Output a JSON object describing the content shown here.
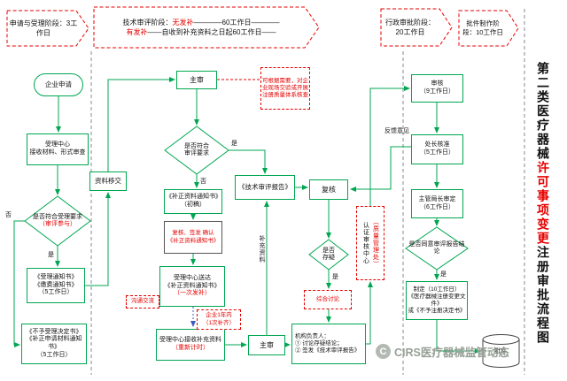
{
  "banners": {
    "apply": {
      "text": "申请与受理阶段：3工作日"
    },
    "tech": {
      "prefix": "技术审评阶段：",
      "no_supplement": "无发补",
      "no_supplement_rest": "————60工作日————",
      "has_supplement": "有发补",
      "has_supplement_rest": "——自收到补充资料之日起60工作日——"
    },
    "admin": {
      "text": "行政审批阶段：20工作日"
    },
    "issue": {
      "text": "批件制作阶段：10工作日"
    }
  },
  "title": {
    "part1": "第二类医疗器械",
    "part2": "许可事项变更",
    "part3": "注册审批流程图"
  },
  "nodes": {
    "enterprise_apply": {
      "text": "企业申请"
    },
    "acceptance_center": {
      "line1": "受理中心",
      "line2": "接收材料、形式审查"
    },
    "accept_decision": {
      "line1": "是否符合受理要求",
      "line2": "（审评参与）"
    },
    "accept_notice": {
      "line1": "《受理通知书》",
      "line2": "《缴费通知书》",
      "line3": "（5工作日）"
    },
    "reject_notice": {
      "line1": "《不予受理决定书》",
      "line2": "《补正申请材料通知书》",
      "line3": "（5工作日）"
    },
    "material_transfer": {
      "text": "资料移交"
    },
    "chief_review": {
      "text": "主审"
    },
    "review_decision": {
      "line1": "是否符合",
      "line2": "审评要求"
    },
    "correction_draft": {
      "line1": "《补正资料通知书》",
      "line2": "（初稿）"
    },
    "correction_confirm": {
      "line1": "复核、签发 确认",
      "line2": "《补正资料通知书》"
    },
    "correction_delivery": {
      "line1": "受理中心送达",
      "line2": "《补正资料通知书》",
      "line3": "（一次发补）"
    },
    "supplement_receive": {
      "line1": "受理中心接收补充资料",
      "line2": "（重新计时）"
    },
    "chief_review_again": {
      "text": "主审"
    },
    "onsite_note": {
      "text": "可根据需要，对企业现场交验或开展注册质量体系核查"
    },
    "tech_report": {
      "text": "《技术审评报告》"
    },
    "recheck": {
      "text": "复核"
    },
    "doubt_decision": {
      "line1": "是否",
      "line2": "存疑"
    },
    "group_discussion": {
      "text": "综合讨论"
    },
    "org_leader": {
      "line1": "机构负责人：",
      "line2": "① 讨论存疑结论；",
      "line3": "② 签发《技术审评报告》"
    },
    "cert_center": {
      "col1": "认证审核中心",
      "col2": "（质量管理处）"
    },
    "audit": {
      "line1": "审核",
      "line2": "（9工作日）"
    },
    "division_chief": {
      "line1": "处长核准",
      "line2": "（5工作日）"
    },
    "bureau_director": {
      "line1": "主管局长审定",
      "line2": "（6工作日）"
    },
    "agree_decision": {
      "text": "是否同意审评报告结论"
    },
    "make_document": {
      "line1": "制定（10工作日）",
      "line2": "《医疗器械注册变更文件》",
      "line3": "或《不予注册决定书》"
    },
    "approval_archive": {
      "text": "批件"
    }
  },
  "labels": {
    "yes": "是",
    "no": "否",
    "feedback": "反馈意见",
    "supplement_material": "补充资料",
    "communication": "沟通交流",
    "one_year_line1": "企业1年内",
    "one_year_line2": "（1次补齐）"
  },
  "watermark": {
    "logo": "C",
    "text": "CIRS医疗器械监管动态"
  }
}
